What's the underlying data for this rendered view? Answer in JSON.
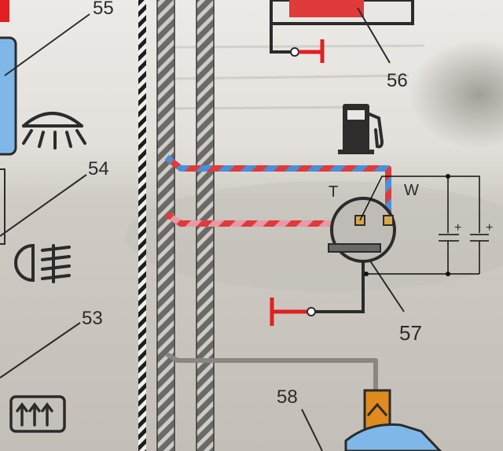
{
  "components": {
    "c55": "55",
    "c56": "56",
    "c54": "54",
    "c53": "53",
    "c57": "57",
    "c58": "58"
  },
  "terminals": {
    "t": "T",
    "w": "W"
  },
  "capacitors": {
    "plus_1": "+",
    "plus_2": "+"
  },
  "icons": {
    "fuel": "fuel-pump-icon",
    "headlight": "headlight-icon",
    "fog": "fog-light-icon",
    "defrost": "rear-defrost-icon"
  },
  "colors": {
    "wire_blue": "#4a90d9",
    "wire_red": "#e03a3a",
    "wire_pink": "#e79aa6",
    "ground_red": "#e02020",
    "lamp_blue": "#7fb8e8",
    "connector_orange": "#e08a20"
  }
}
